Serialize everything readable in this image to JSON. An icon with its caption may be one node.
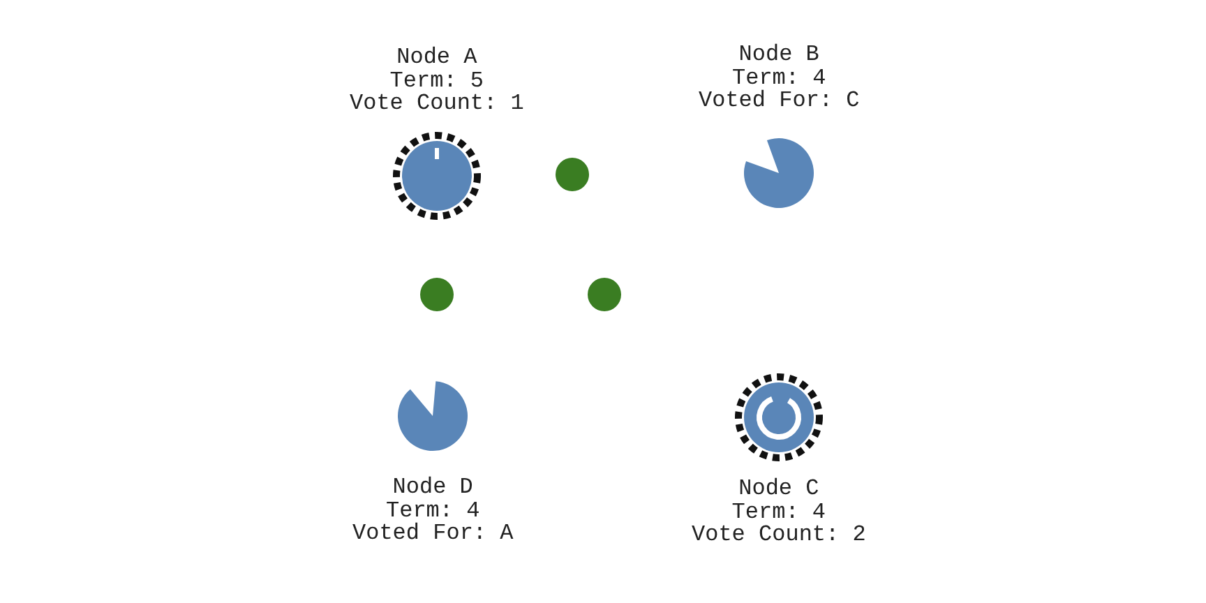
{
  "diagram": {
    "nodes": [
      {
        "text": [
          "Node A",
          "Term: 5",
          "Vote Count: 1"
        ]
      },
      {
        "text": [],
        "shape": "circle"
      },
      {
        "text": [
          "Node B",
          "Term: 4",
          "Voted For: C"
        ]
      },
      {
        "text": [],
        "shape": "circle"
      },
      {
        "text": [],
        "shape": "circle"
      },
      {
        "text": [
          "Node D",
          "Term: 4",
          "Voted For: A"
        ]
      },
      {
        "text": [
          "Node C",
          "Term: 4",
          "Vote Count: 2"
        ]
      }
    ],
    "edges": []
  }
}
